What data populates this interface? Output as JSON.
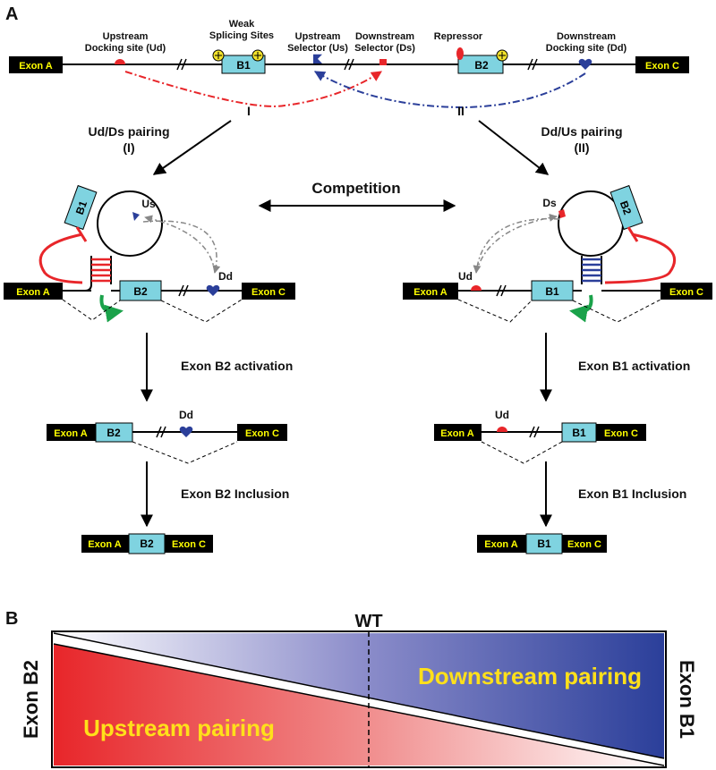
{
  "panel_a": {
    "letter": "A",
    "exon_a": "Exon A",
    "exon_c": "Exon C",
    "b1": "B1",
    "b2": "B2",
    "ud_label_1": "Upstream",
    "ud_label_2": "Docking site (Ud)",
    "weak_1": "Weak",
    "weak_2": "Splicing Sites",
    "us_label_1": "Upstream",
    "us_label_2": "Selector (Us)",
    "ds_label_1": "Downstream",
    "ds_label_2": "Selector (Ds)",
    "repressor": "Repressor",
    "dd_label_1": "Downstream",
    "dd_label_2": "Docking site (Dd)",
    "pair_i_mark": "I",
    "pair_ii_mark": "II",
    "left_pair_1": "Ud/Ds pairing",
    "left_pair_2": "(I)",
    "right_pair_1": "Dd/Us pairing",
    "right_pair_2": "(II)",
    "competition": "Competition",
    "us": "Us",
    "ds": "Ds",
    "dd": "Dd",
    "ud": "Ud",
    "b2_activation": "Exon B2 activation",
    "b1_activation": "Exon B1 activation",
    "b2_inclusion": "Exon B2 Inclusion",
    "b1_inclusion": "Exon B1 Inclusion"
  },
  "panel_b": {
    "letter": "B",
    "wt": "WT",
    "exon_b2": "Exon B2",
    "exon_b1": "Exon B1",
    "downstream_pairing": "Downstream pairing",
    "upstream_pairing": "Upstream pairing"
  },
  "colors": {
    "red": "#e8262a",
    "blue": "#2b3f9a",
    "exon_box": "#000000",
    "exon_text": "#ffff00",
    "b_box": "#7fd3e0",
    "green": "#1aa24a",
    "yellow_text": "#ffe01a"
  }
}
